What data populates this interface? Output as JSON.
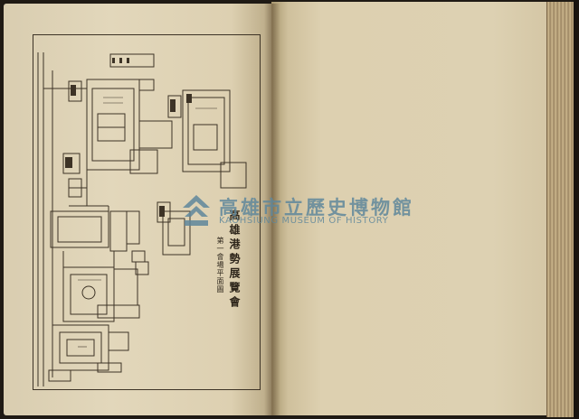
{
  "watermark": {
    "title_zh": "高雄市立歷史博物館",
    "title_en": "KAOHSIUNG MUSEUM OF HISTORY"
  },
  "plan_caption": {
    "title": "高雄港勢展覽會",
    "subtitle": "第一會場平面圖"
  },
  "colors": {
    "paper": "#ddd0b1",
    "ink": "#3d3326",
    "watermark": "#5f879b"
  }
}
